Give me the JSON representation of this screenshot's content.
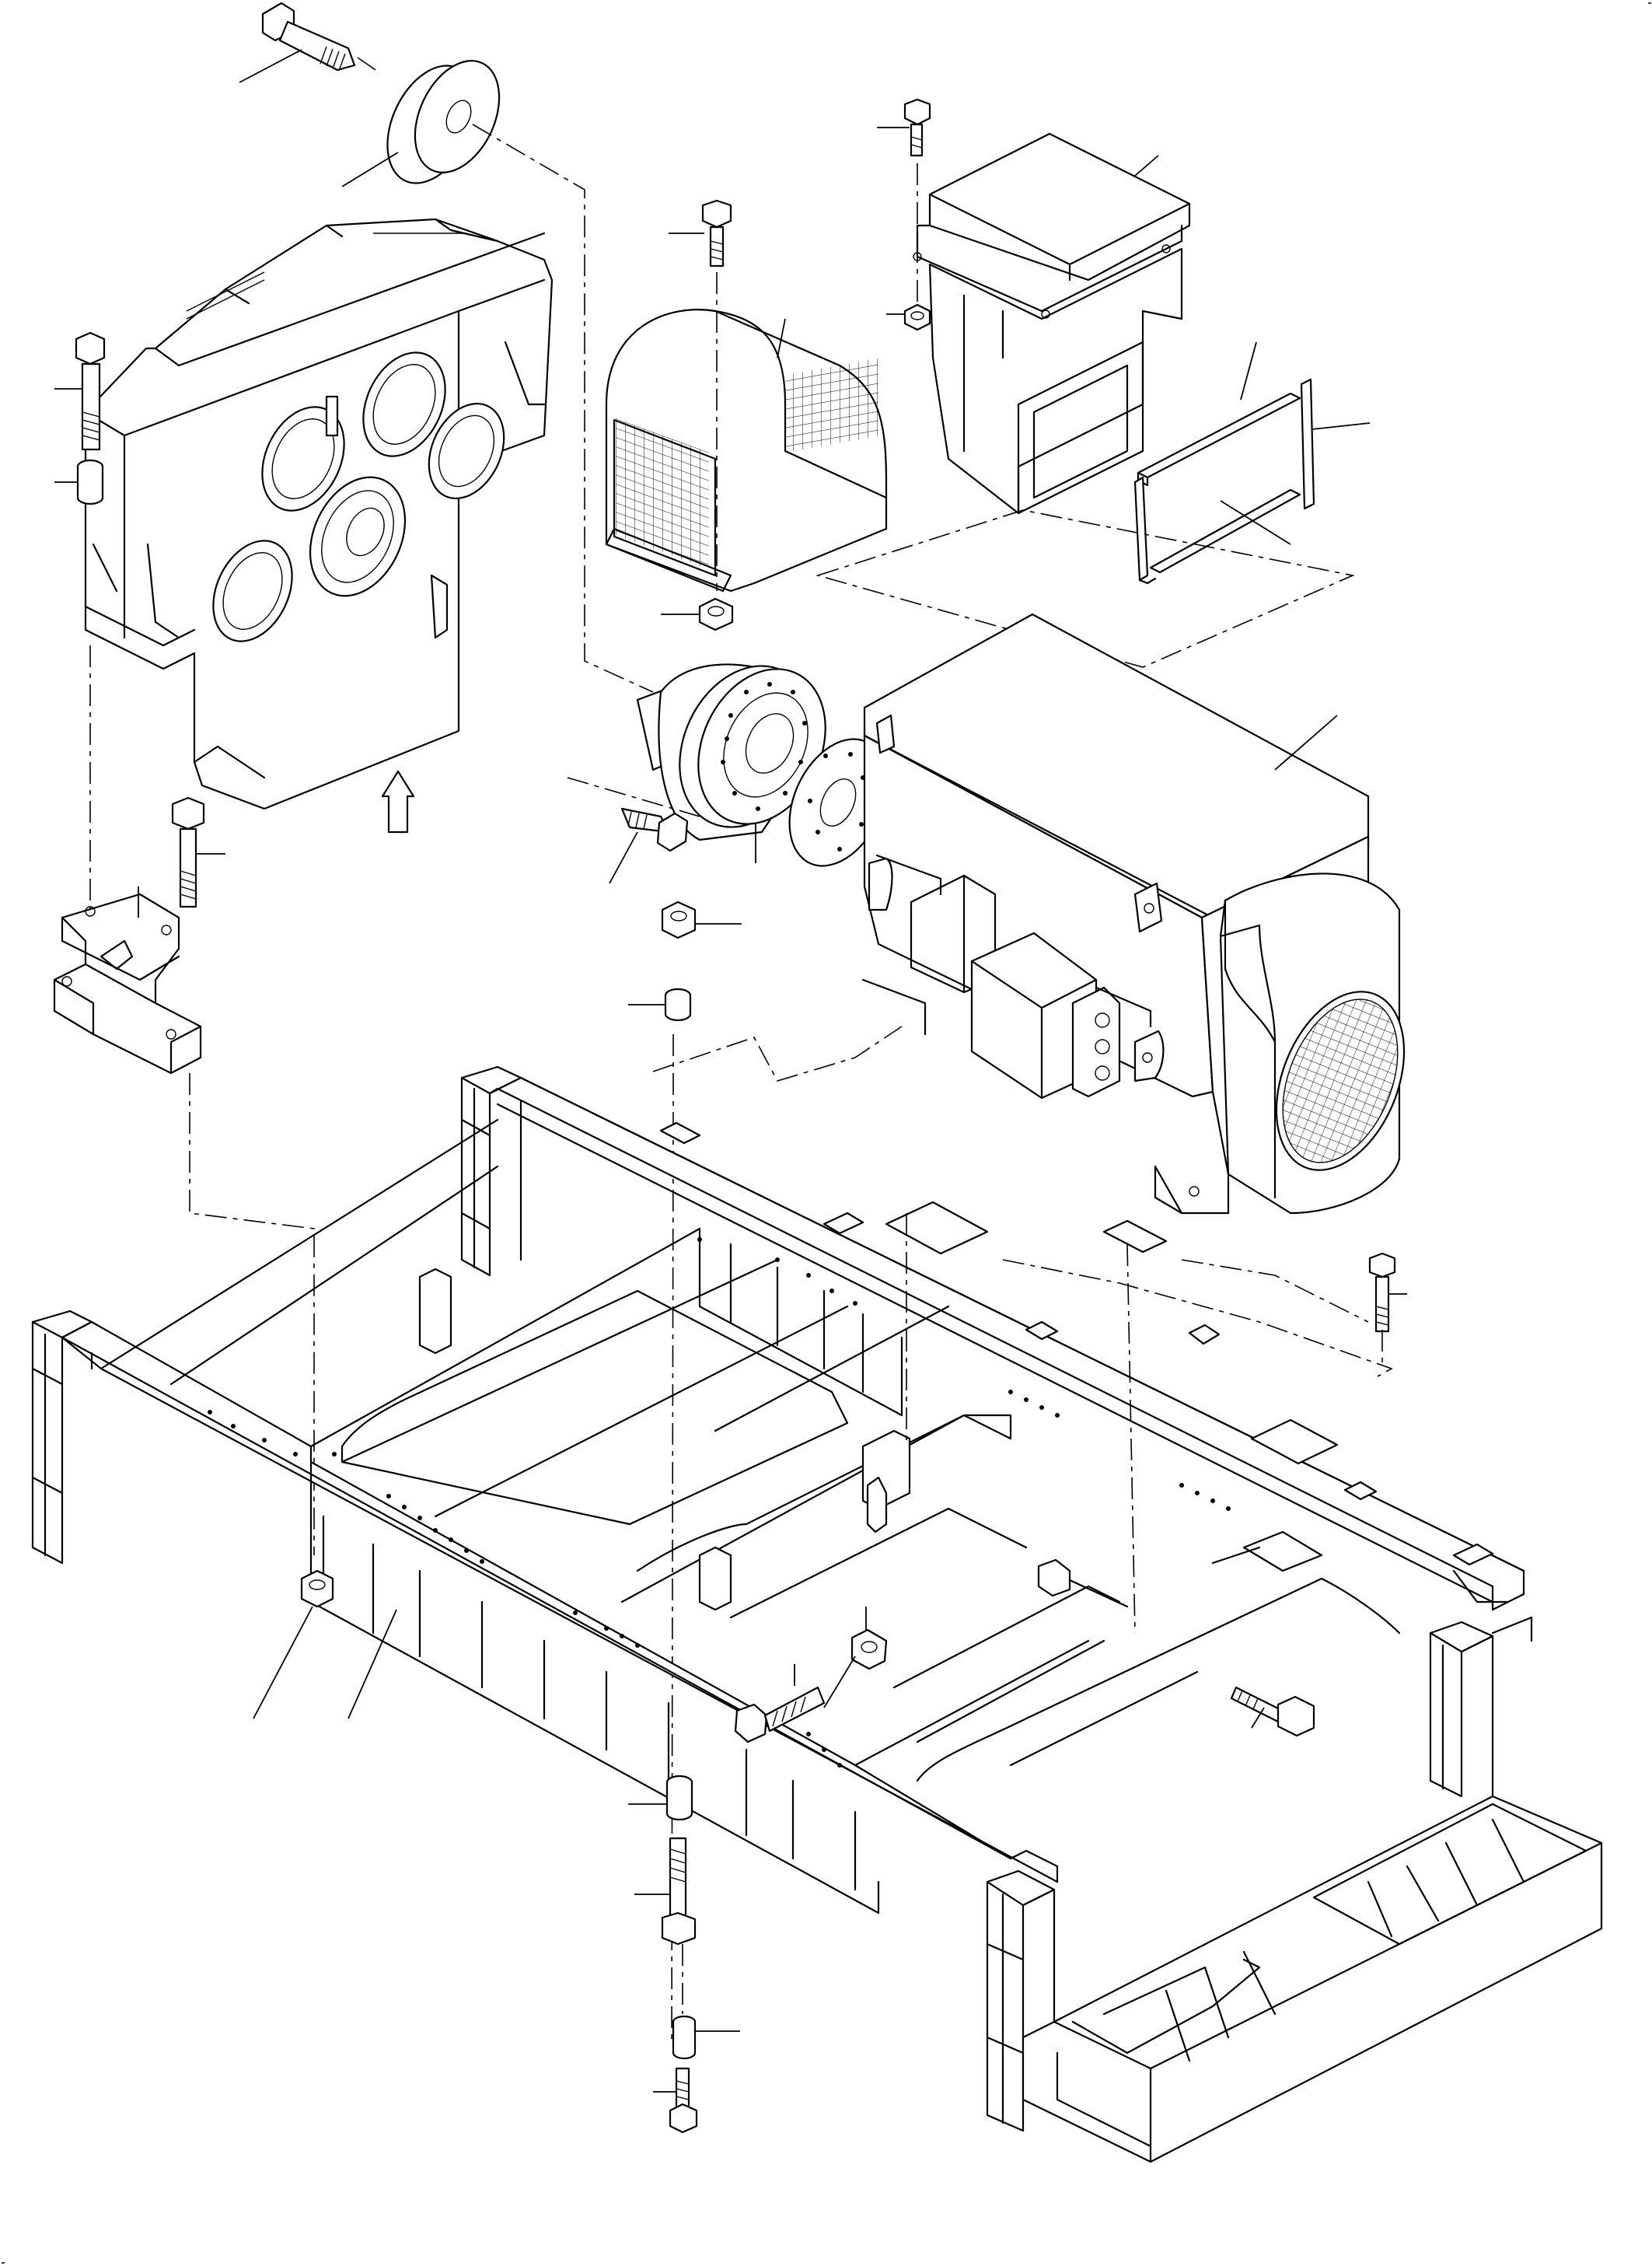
{
  "figure": {
    "assembly_arrow": "up-arrow-icon",
    "parts": [
      "gearbox",
      "gearbox-support-block",
      "coupling-hub",
      "coupling-flange",
      "coupling-guard",
      "electric-motor",
      "motor-fan-cover",
      "terminal-box",
      "filter-housing",
      "filter-frame",
      "base-frame"
    ]
  }
}
